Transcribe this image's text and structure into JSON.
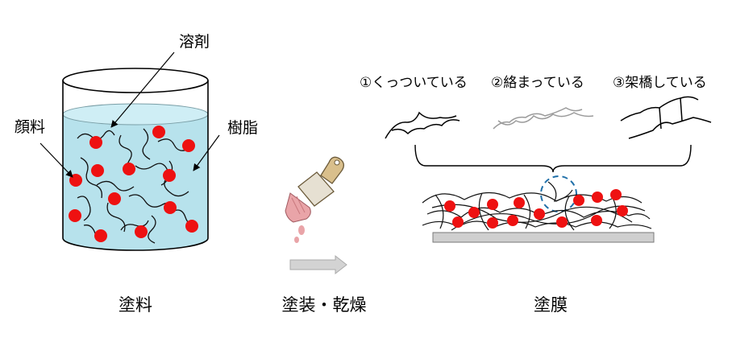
{
  "labels": {
    "solvent": "溶剤",
    "pigment": "顔料",
    "resin": "樹脂"
  },
  "captions": {
    "paint": "塗料",
    "process": "塗装・乾燥",
    "film": "塗膜"
  },
  "states": [
    "①くっついている",
    "②絡まっている",
    "③架橋している"
  ],
  "colors": {
    "liquid": "#b7e2ec",
    "pigment": "#ee1111",
    "highlight": "#1f6fa8",
    "arrow": "#d3d3d3",
    "substrate": "#cfcfcf",
    "brush_handle": "#d9bf8c",
    "brush_bristle": "#e9a4a8"
  },
  "icons": {
    "brush": "paint-brush-icon",
    "arrow": "right-arrow-icon"
  }
}
